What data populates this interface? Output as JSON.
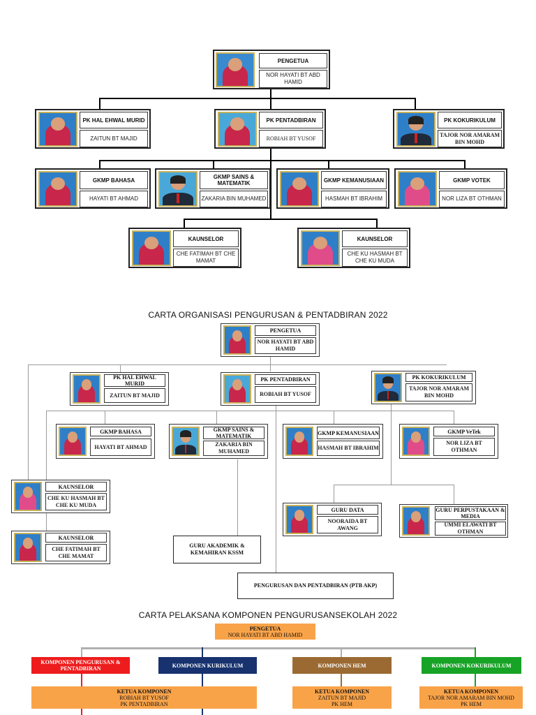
{
  "chart1": {
    "pengetua": {
      "role": "PENGETUA",
      "name": "NOR HAYATI BT ABD HAMID"
    },
    "pk_hem": {
      "role": "PK HAL EHWAL MURID",
      "name": "ZAITUN BT MAJID"
    },
    "pk_pentadbiran": {
      "role": "PK PENTADBIRAN",
      "name": "ROBIAH BT YUSOF"
    },
    "pk_koku": {
      "role": "PK KOKURIKULUM",
      "name": "TAJOR NOR AMARAM BIN MOHD"
    },
    "gkmp_bahasa": {
      "role": "GKMP BAHASA",
      "name": "HAYATI BT AHMAD"
    },
    "gkmp_sains": {
      "role": "GKMP SAINS & MATEMATIK",
      "name": "ZAKARIA BIN MUHAMED"
    },
    "gkmp_kemanusiaan": {
      "role": "GKMP KEMANUSIAAN",
      "name": "HASMAH BT IBRAHIM"
    },
    "gkmp_votek": {
      "role": "GKMP VOTEK",
      "name": "NOR LIZA BT OTHMAN"
    },
    "kaunselor1": {
      "role": "KAUNSELOR",
      "name": "CHE FATIMAH BT CHE MAMAT"
    },
    "kaunselor2": {
      "role": "KAUNSELOR",
      "name": "CHE KU HASMAH BT CHE KU MUDA"
    }
  },
  "chart2": {
    "title": "CARTA ORGANISASI PENGURUSAN & PENTADBIRAN 2022",
    "pengetua": {
      "role": "PENGETUA",
      "name": "NOR HAYATI BT ABD HAMID"
    },
    "pk_hem": {
      "role": "PK HAL EHWAL MURID",
      "name": "ZAITUN BT MAJID"
    },
    "pk_pentadbiran": {
      "role": "PK PENTADBIRAN",
      "name": "ROBIAH BT YUSOF"
    },
    "pk_koku": {
      "role": "PK KOKURIKULUM",
      "name": "TAJOR NOR AMARAM BIN MOHD"
    },
    "gkmp_bahasa": {
      "role": "GKMP BAHASA",
      "name": "HAYATI BT AHMAD"
    },
    "gkmp_sains": {
      "role": "GKMP SAINS & MATEMATIK",
      "name": "ZAKARIA BIN MUHAMED"
    },
    "gkmp_kemanusiaan": {
      "role": "GKMP KEMANUSIAAN",
      "name": "HASMAH BT IBRAHIM"
    },
    "gkmp_vetek": {
      "role": "GKMP VeTek",
      "name": "NOR LIZA BT OTHMAN"
    },
    "kaunselor1": {
      "role": "KAUNSELOR",
      "name": "CHE KU HASMAH BT CHE KU MUDA"
    },
    "kaunselor2": {
      "role": "KAUNSELOR",
      "name": "CHE FATIMAH BT CHE MAMAT"
    },
    "guru_data": {
      "role": "GURU DATA",
      "name": "NOORAIDA BT AWANG"
    },
    "guru_perpustakaan": {
      "role": "GURU PERPUSTAKAAN & MEDIA",
      "name": "UMMI ELAWATI BT OTHMAN"
    },
    "guru_akademik": "GURU AKADEMIK & KEMAHIRAN KSSM",
    "ptb": "PENGURUSAN DAN PENTADBIRAN (PTB AKP)"
  },
  "chart3": {
    "title": "CARTA PELAKSANA KOMPONEN PENGURUSANSEKOLAH 2022",
    "pengetua": {
      "role": "PENGETUA",
      "name": "NOR HAYATI BT ABD HAMID"
    },
    "komponen": [
      {
        "label": "KOMPONEN PENGURUSAN & PENTADBIRAN",
        "color": "#ee1c1c"
      },
      {
        "label": "KOMPONEN KURIKULUM",
        "color": "#17326e"
      },
      {
        "label": "KOMPONEN HEM",
        "color": "#9b6a33"
      },
      {
        "label": "KOMPONEN KOKURIKULUM",
        "color": "#17a325"
      }
    ],
    "ketua": [
      {
        "title": "KETUA KOMPONEN",
        "name": "ROBIAH BT YUSOF",
        "post": "PK PENTADBIRAN"
      },
      {
        "title": "KETUA KOMPONEN",
        "name": "ZAITUN BT MAJID",
        "post": "PK HEM"
      },
      {
        "title": "KETUA KOMPONEN",
        "name": "TAJOR NOR AMARAM BIN MOHD",
        "post": "PK HEM"
      }
    ],
    "orange": "#f9a349"
  }
}
